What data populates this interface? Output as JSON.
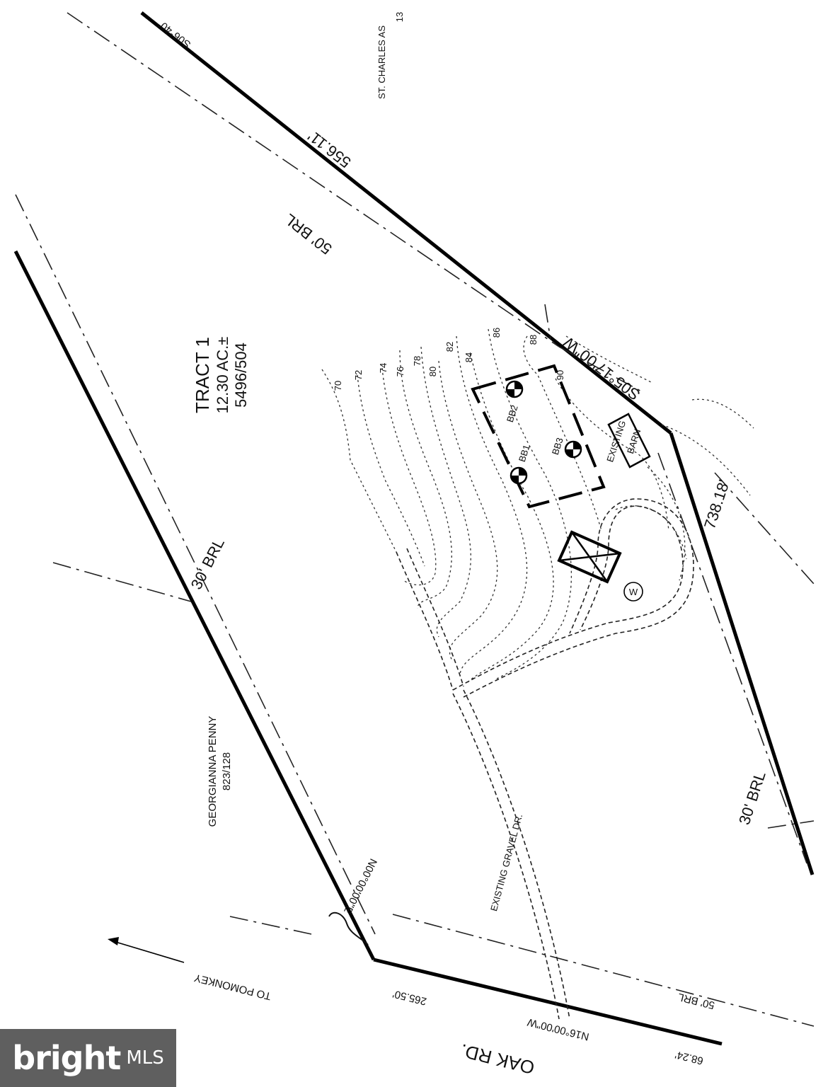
{
  "labels": {
    "tract_title": "TRACT 1",
    "tract_area": "12.30 AC.±",
    "tract_ref": "5496/504",
    "neighbor_top": "ST. CHARLES AS",
    "neighbor_top_num": "13",
    "neighbor_left_name": "GEORGIANNA PENNY",
    "neighbor_left_ref": "823/128",
    "bearing_top": "S06°40'",
    "distance_top": "556.11'",
    "bearing_right": "S05°17'00\"W",
    "distance_right": "738.18'",
    "bearing_left": "N00°00'00\"E",
    "bearing_bottom": "N16°00'00\"W",
    "distance_bottom": "265.50'",
    "distance_bottom_partial": "68.24'",
    "brl_top": "50' BRL",
    "brl_left": "30' BRL",
    "brl_right": "30' BRL",
    "brl_bottom": "50' BRL",
    "road_name": "OAK RD.",
    "road_direction": "TO POMONKEY",
    "driveway": "EXISTING GRAVEL DR.",
    "barn_line1": "EXISTING",
    "barn_line2": "BARN",
    "boring_1": "BB1",
    "boring_2": "BB2",
    "boring_3": "BB3",
    "well": "W",
    "contours": [
      "70",
      "72",
      "74",
      "76",
      "78",
      "80",
      "82",
      "84",
      "86",
      "88",
      "90"
    ]
  },
  "watermark": {
    "main": "bright",
    "sub": "MLS",
    "color": "#5f5f5f"
  }
}
